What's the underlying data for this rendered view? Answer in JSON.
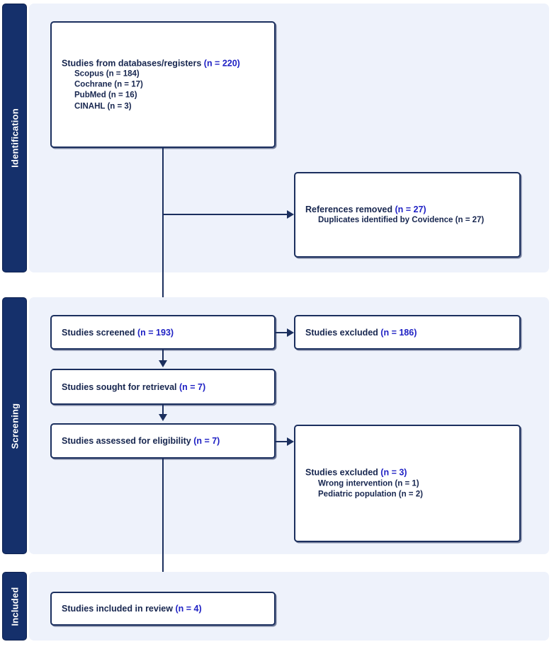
{
  "diagram": {
    "type": "prisma-flow-diagram",
    "colors": {
      "band_fill": "#15306b",
      "band_text": "#ffffff",
      "panel_background": "#eef2fb",
      "box_border": "#1b2f5e",
      "box_fill": "#ffffff",
      "label_text": "#17264f",
      "count_text": "#1f21c4",
      "connector": "#1b2f5e"
    }
  },
  "stages": [
    {
      "id": "identification",
      "label": "Identification"
    },
    {
      "id": "screening",
      "label": "Screening"
    },
    {
      "id": "included",
      "label": "Included"
    }
  ],
  "boxes": {
    "databases": {
      "title": "Studies from databases/registers",
      "count": "(n = 220)",
      "sources": [
        {
          "name": "Scopus",
          "count": "(n = 184)"
        },
        {
          "name": "Cochrane",
          "count": "(n = 17)"
        },
        {
          "name": "PubMed",
          "count": "(n = 16)"
        },
        {
          "name": "CINAHL",
          "count": "(n = 3)"
        }
      ]
    },
    "references_removed": {
      "title": "References removed",
      "count": "(n = 27)",
      "reasons": [
        {
          "name": "Duplicates identified by Covidence",
          "count": "(n = 27)"
        }
      ]
    },
    "screened": {
      "title": "Studies screened",
      "count": "(n = 193)"
    },
    "screened_excluded": {
      "title": "Studies excluded",
      "count": "(n = 186)"
    },
    "sought_retrieval": {
      "title": "Studies sought for retrieval",
      "count": "(n = 7)"
    },
    "assessed_eligibility": {
      "title": "Studies assessed for eligibility",
      "count": "(n = 7)"
    },
    "eligibility_excluded": {
      "title": "Studies excluded",
      "count": "(n = 3)",
      "reasons": [
        {
          "name": "Wrong intervention",
          "count": "(n = 1)"
        },
        {
          "name": "Pediatric population",
          "count": "(n = 2)"
        }
      ]
    },
    "included_review": {
      "title": "Studies included in review",
      "count": "(n = 4)"
    }
  }
}
